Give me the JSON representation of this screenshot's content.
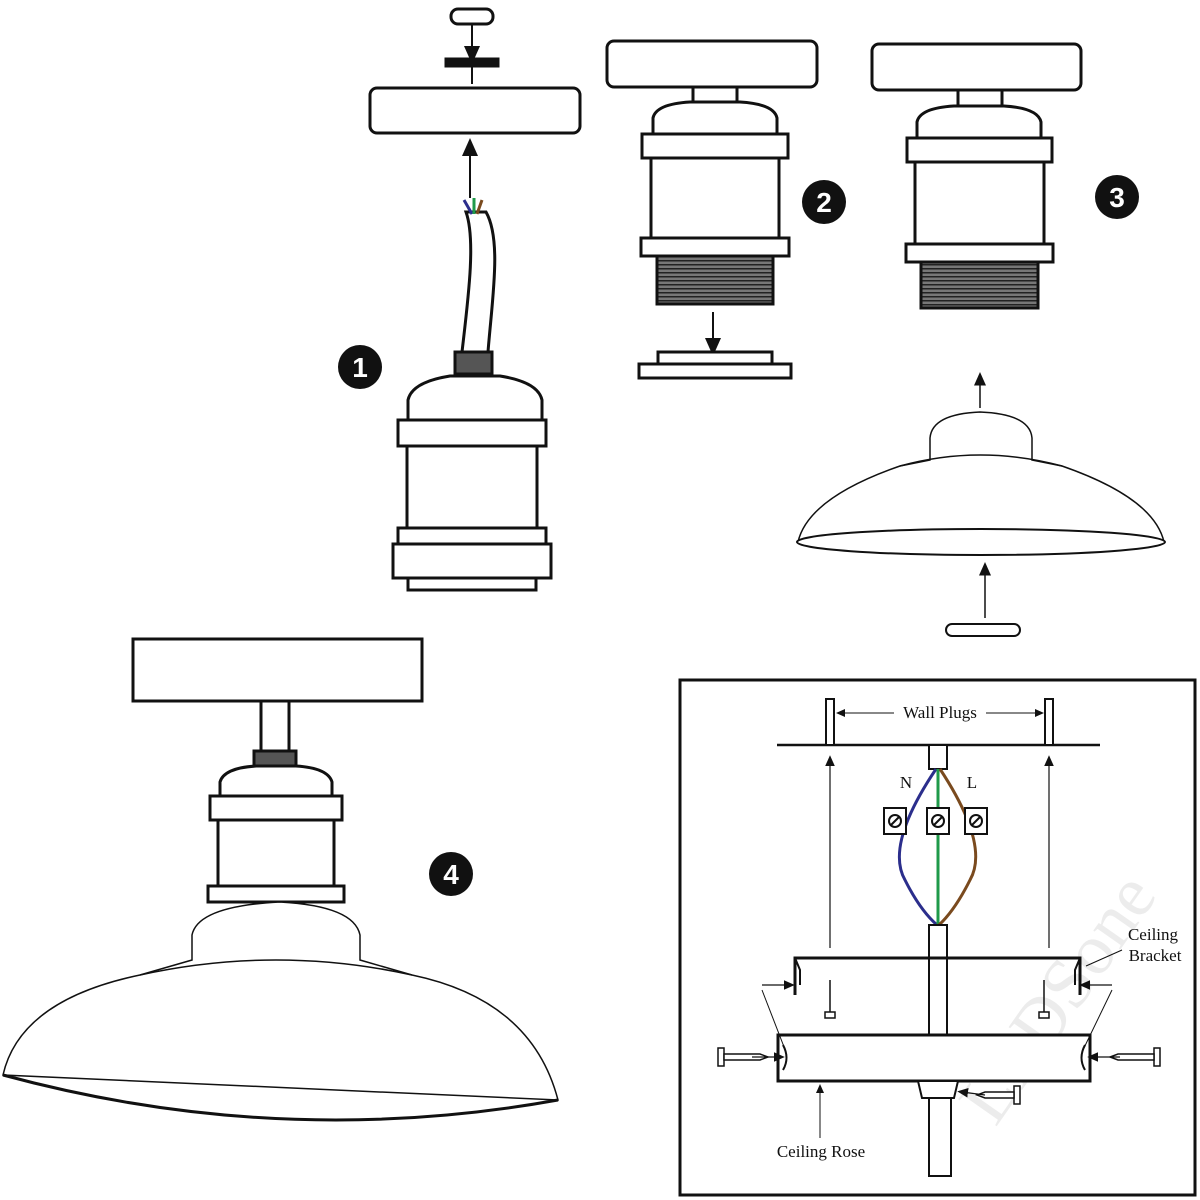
{
  "steps": [
    {
      "number": "1"
    },
    {
      "number": "2"
    },
    {
      "number": "3"
    },
    {
      "number": "4"
    }
  ],
  "wiring": {
    "wall_plugs_label": "Wall Plugs",
    "neutral_label": "N",
    "live_label": "L",
    "ceiling_bracket_label_line1": "Ceiling",
    "ceiling_bracket_label_line2": "Bracket",
    "ceiling_rose_label": "Ceiling Rose",
    "watermark": "LEDSone"
  },
  "colors": {
    "neutral_wire": "#2b2e8c",
    "earth_wire": "#1f9a4a",
    "live_wire": "#7a4a1e",
    "line": "#111111"
  }
}
